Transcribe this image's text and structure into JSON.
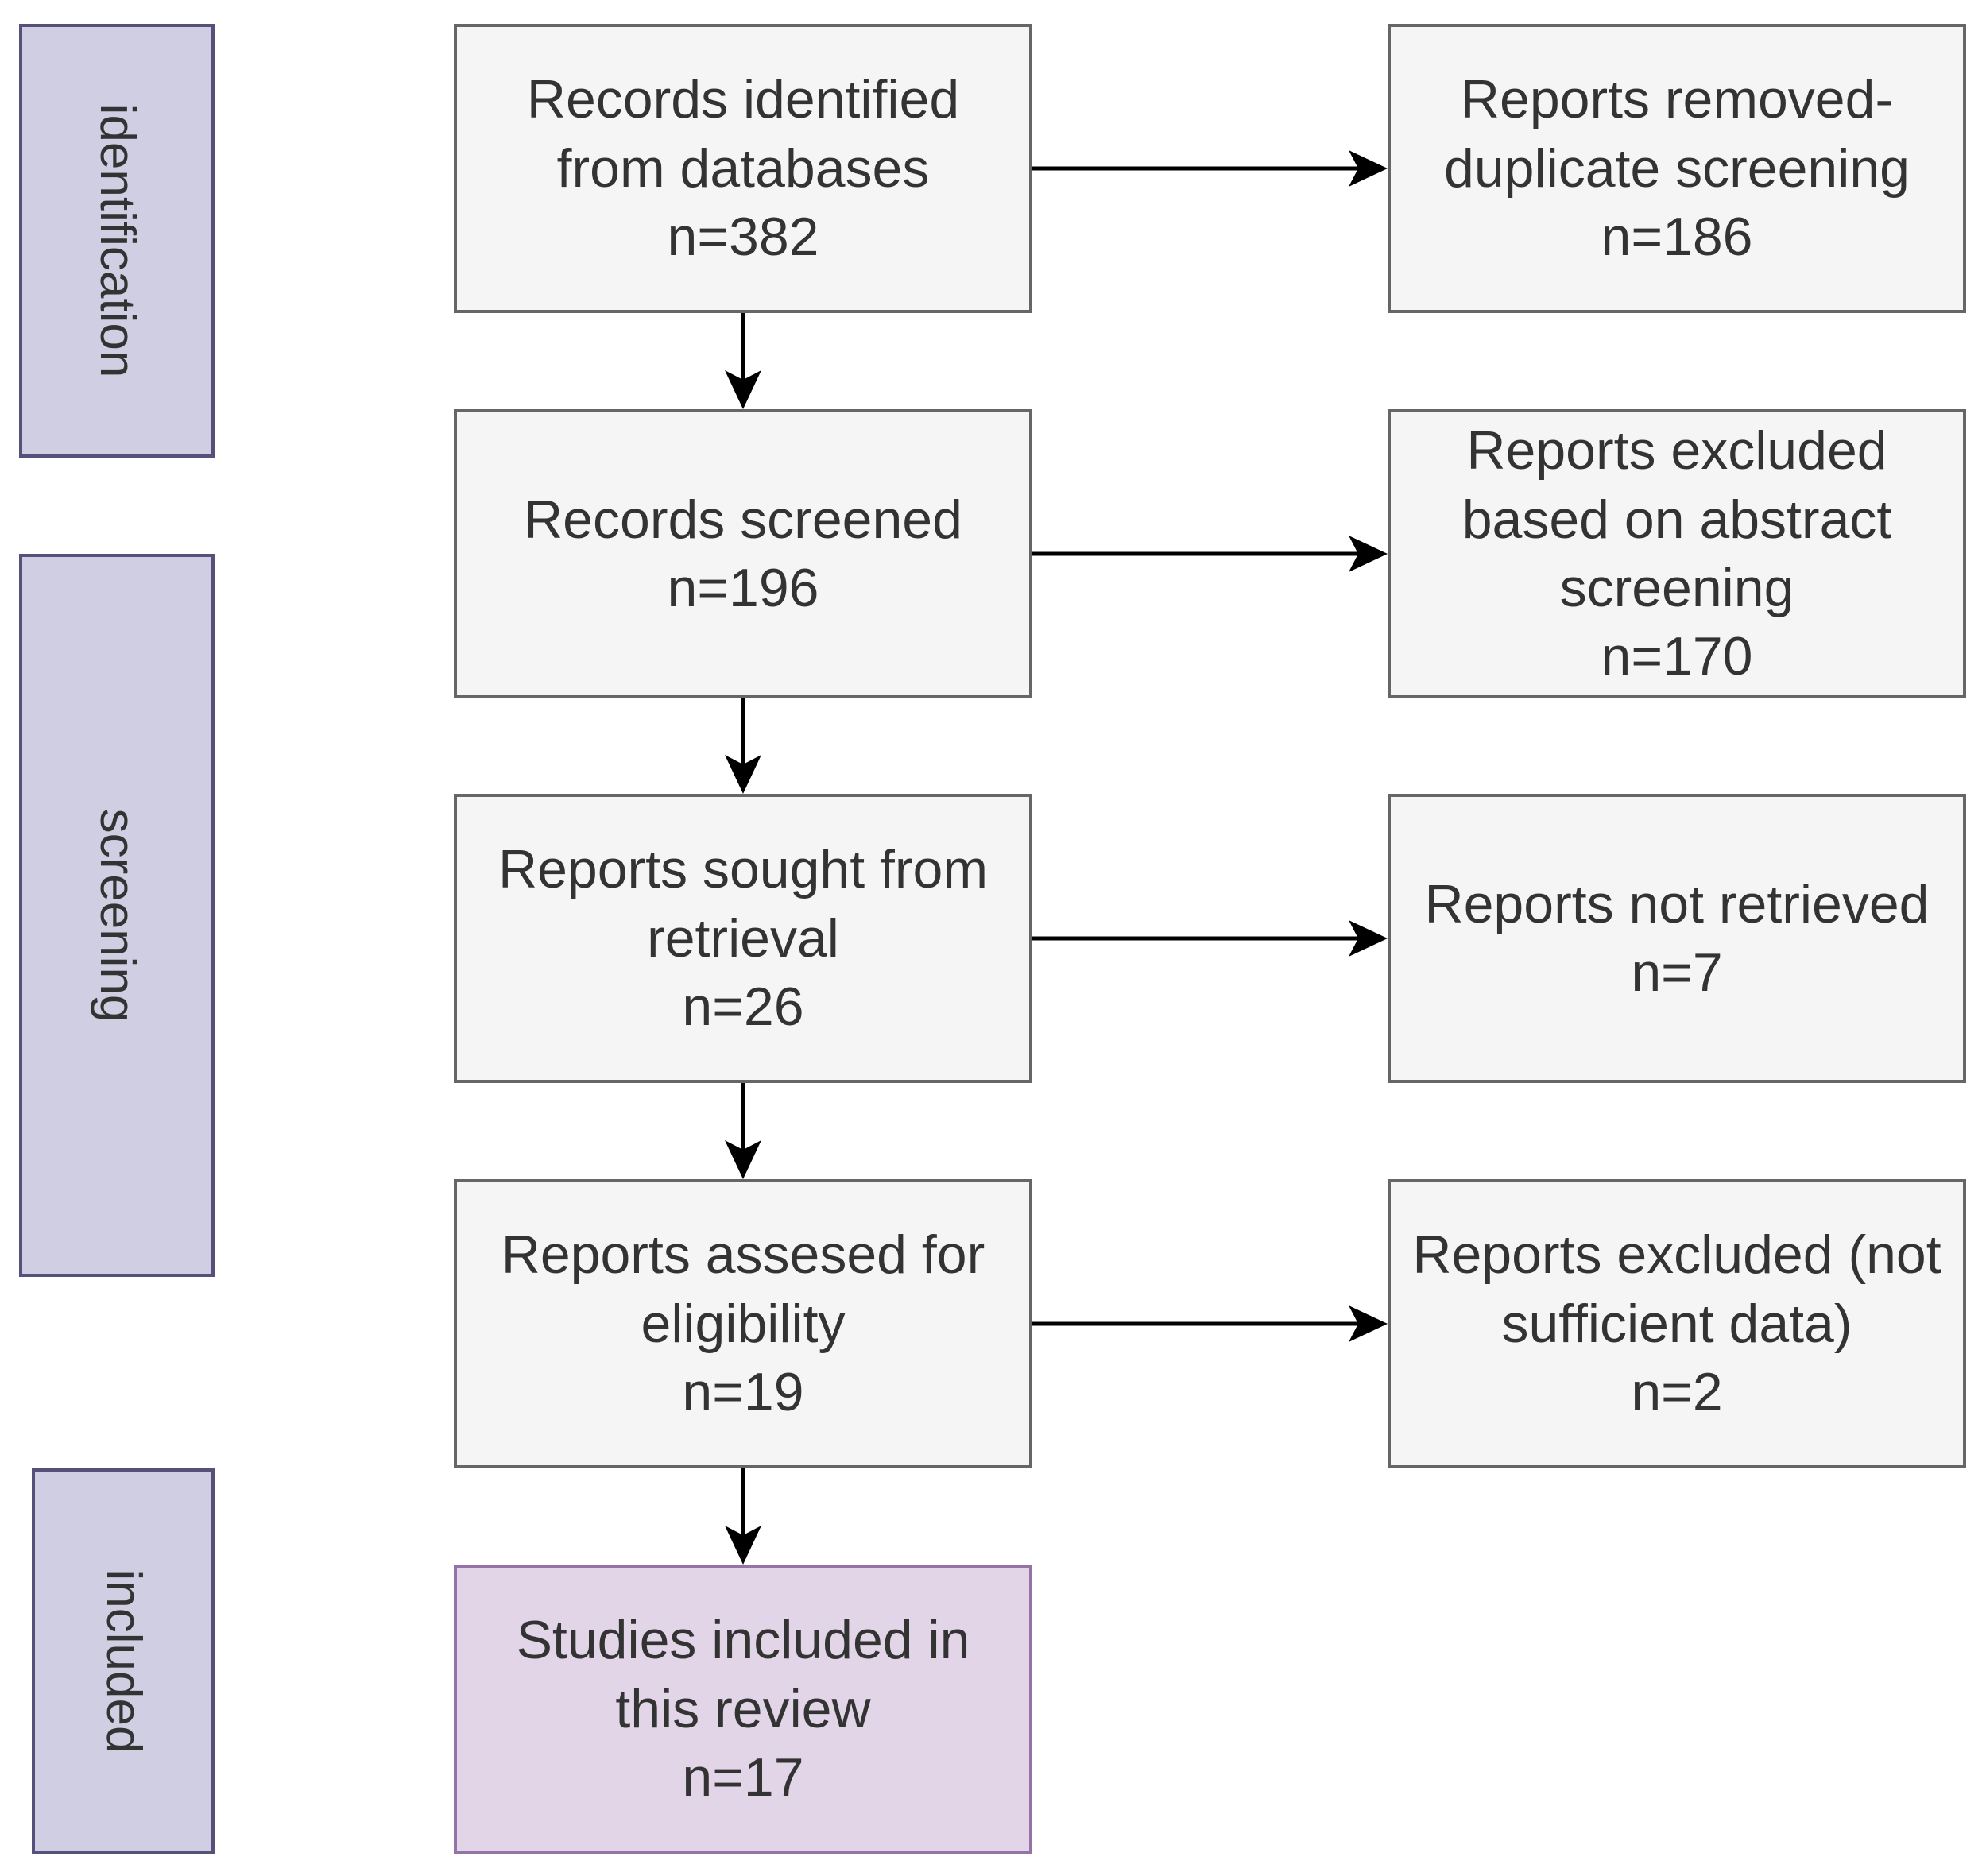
{
  "stages": [
    {
      "id": "identification",
      "label": "identification"
    },
    {
      "id": "screening",
      "label": "screening"
    },
    {
      "id": "included",
      "label": "included"
    }
  ],
  "boxes": {
    "identified": {
      "lines": [
        "Records identified",
        "from databases",
        "n=382"
      ]
    },
    "screened": {
      "lines": [
        "Records screened",
        "n=196"
      ]
    },
    "sought": {
      "lines": [
        "Reports sought from",
        "retrieval",
        "n=26"
      ]
    },
    "assessed": {
      "lines": [
        "Reports assesed for",
        "eligibility",
        "n=19"
      ]
    },
    "included": {
      "lines": [
        "Studies included in",
        "this review",
        "n=17"
      ]
    },
    "duplicates_removed": {
      "lines": [
        "Reports removed-",
        "duplicate screening",
        "n=186"
      ]
    },
    "excluded_abstract": {
      "lines": [
        "Reports excluded",
        "based on abstract",
        "screening",
        "n=170"
      ]
    },
    "not_retrieved": {
      "lines": [
        "Reports not retrieved",
        "n=7"
      ]
    },
    "excluded_data": {
      "lines": [
        "Reports excluded (not",
        "sufficient data)",
        "n=2"
      ]
    }
  },
  "colors": {
    "stage_fill": "#d0cee2",
    "stage_border": "#56517a",
    "box_fill": "#f5f5f5",
    "box_border": "#666666",
    "included_fill": "#e1d5e7",
    "included_border": "#9673a6",
    "arrow": "#000000"
  }
}
